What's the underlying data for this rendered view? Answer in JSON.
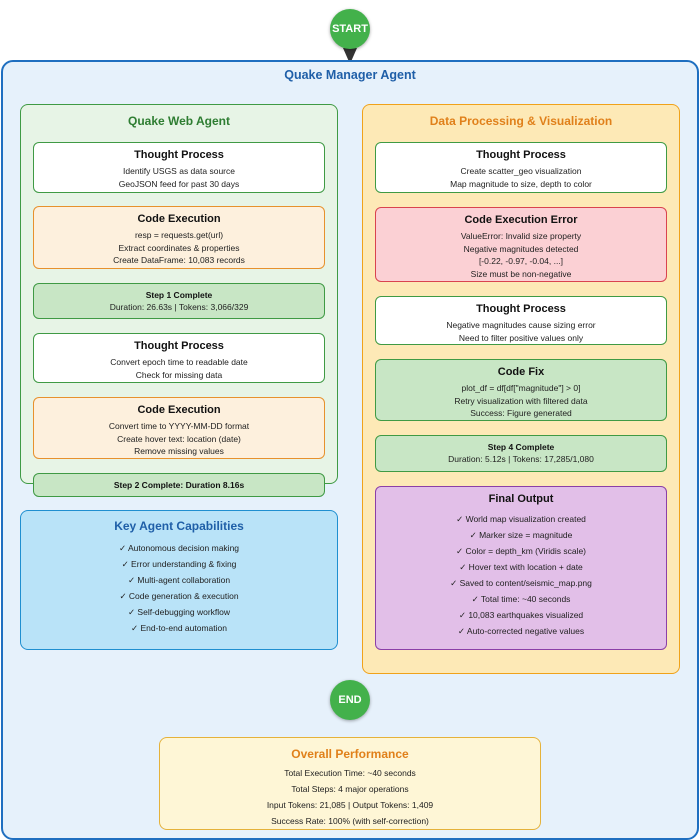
{
  "start": "START",
  "end": "END",
  "outer_title": "Quake Manager Agent",
  "web_agent": {
    "title": "Quake Web Agent",
    "boxes": [
      {
        "title": "Thought Process",
        "lines": [
          "Identify USGS as data source",
          "GeoJSON feed for past 30 days"
        ]
      },
      {
        "title": "Code Execution",
        "lines": [
          "resp = requests.get(url)",
          "Extract coordinates & properties",
          "Create DataFrame: 10,083 records"
        ]
      },
      {
        "title": "Step 1 Complete",
        "lines": [
          "Duration: 26.63s | Tokens: 3,066/329"
        ]
      },
      {
        "title": "Thought Process",
        "lines": [
          "Convert epoch time to readable date",
          "Check for missing data"
        ]
      },
      {
        "title": "Code Execution",
        "lines": [
          "Convert time to YYYY-MM-DD format",
          "Create hover text: location (date)",
          "Remove missing values"
        ]
      },
      {
        "title": "Step 2 Complete: Duration 8.16s",
        "lines": []
      }
    ]
  },
  "data_proc": {
    "title": "Data Processing & Visualization",
    "boxes": [
      {
        "title": "Thought Process",
        "lines": [
          "Create scatter_geo visualization",
          "Map magnitude to size, depth to color"
        ]
      },
      {
        "title": "Code Execution Error",
        "lines": [
          "ValueError: Invalid size property",
          "Negative magnitudes detected",
          "[-0.22, -0.97, -0.04, ...]",
          "Size must be non-negative"
        ]
      },
      {
        "title": "Thought Process",
        "lines": [
          "Negative magnitudes cause sizing error",
          "Need to filter positive values only"
        ]
      },
      {
        "title": "Code Fix",
        "lines": [
          "plot_df = df[df[\"magnitude\"] > 0]",
          "Retry visualization with filtered data",
          "Success: Figure generated"
        ]
      },
      {
        "title": "Step 4 Complete",
        "lines": [
          "Duration: 5.12s | Tokens: 17,285/1,080"
        ]
      },
      {
        "title": "Final Output",
        "lines": [
          "✓ World map visualization created",
          "✓ Marker size = magnitude",
          "✓ Color = depth_km (Viridis scale)",
          "✓ Hover text with location + date",
          "✓ Saved to content/seismic_map.png",
          "✓ Total time: ~40 seconds",
          "✓ 10,083 earthquakes visualized",
          "✓ Auto-corrected negative values"
        ]
      }
    ]
  },
  "capabilities": {
    "title": "Key Agent Capabilities",
    "items": [
      "✓ Autonomous decision making",
      "✓ Error understanding & fixing",
      "✓ Multi-agent collaboration",
      "✓ Code generation & execution",
      "✓ Self-debugging workflow",
      "✓ End-to-end automation"
    ]
  },
  "performance": {
    "title": "Overall Performance",
    "items": [
      "Total Execution Time: ~40 seconds",
      "Total Steps: 4 major operations",
      "Input Tokens: 21,085 | Output Tokens: 1,409",
      "Success Rate: 100% (with self-correction)"
    ]
  },
  "colors": {
    "green": "#43b14b",
    "outer_border": "#1f6fc0",
    "web_title": "#2e7d32",
    "proc_title": "#e0801a",
    "cap_title": "#1f5fa8",
    "perf_title": "#e0801a"
  }
}
